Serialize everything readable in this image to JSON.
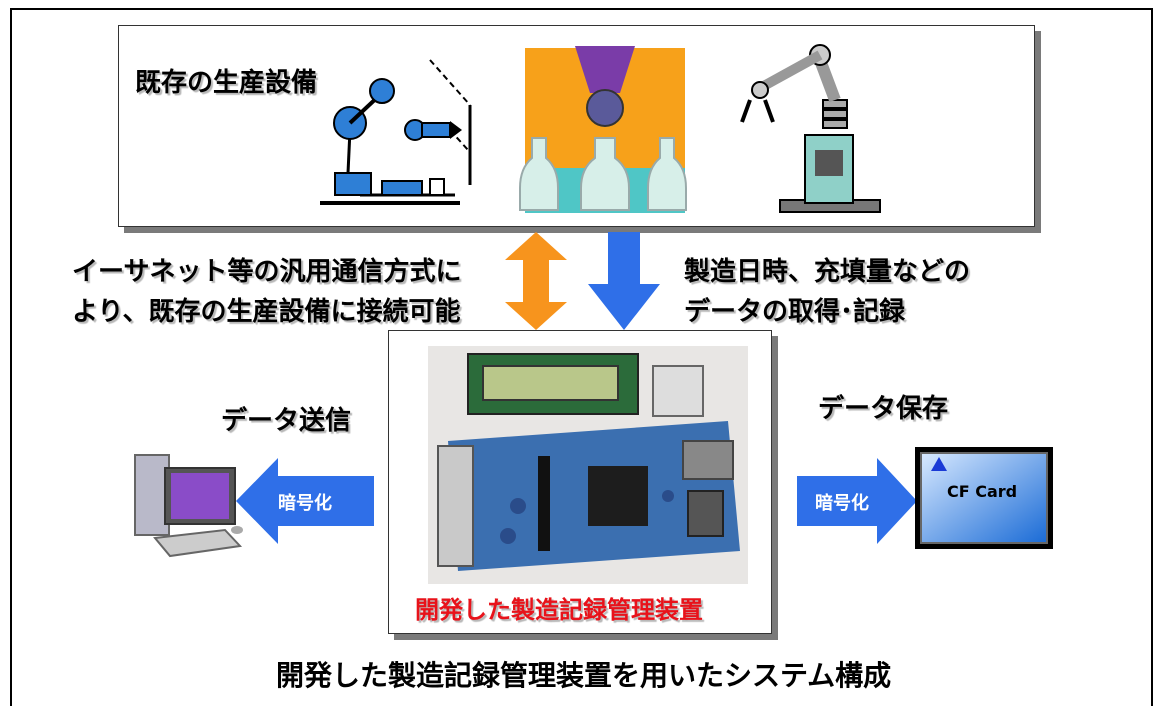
{
  "equipment_title": "既存の生産設備",
  "left_note": [
    "イーサネット等の汎用通信方式に",
    "より、既存の生産設備に接続可能"
  ],
  "right_note": [
    "製造日時、充填量などの",
    "データの取得･記録"
  ],
  "send_label": "データ送信",
  "save_label": "データ保存",
  "encrypt_left": "暗号化",
  "encrypt_right": "暗号化",
  "cf_card": "CF Card",
  "device_label": "開発した製造記録管理装置",
  "caption": "開発した製造記録管理装置を用いたシステム構成",
  "colors": {
    "orange_arrow": "#f7941d",
    "blue_arrow": "#2f6fe8",
    "device_label": "#e8121a"
  },
  "icons": [
    "robot-arm-diagram-icon",
    "bottle-filling-icon",
    "industrial-robot-icon",
    "desktop-computer-icon",
    "circuit-board-photo",
    "cf-card-icon"
  ]
}
